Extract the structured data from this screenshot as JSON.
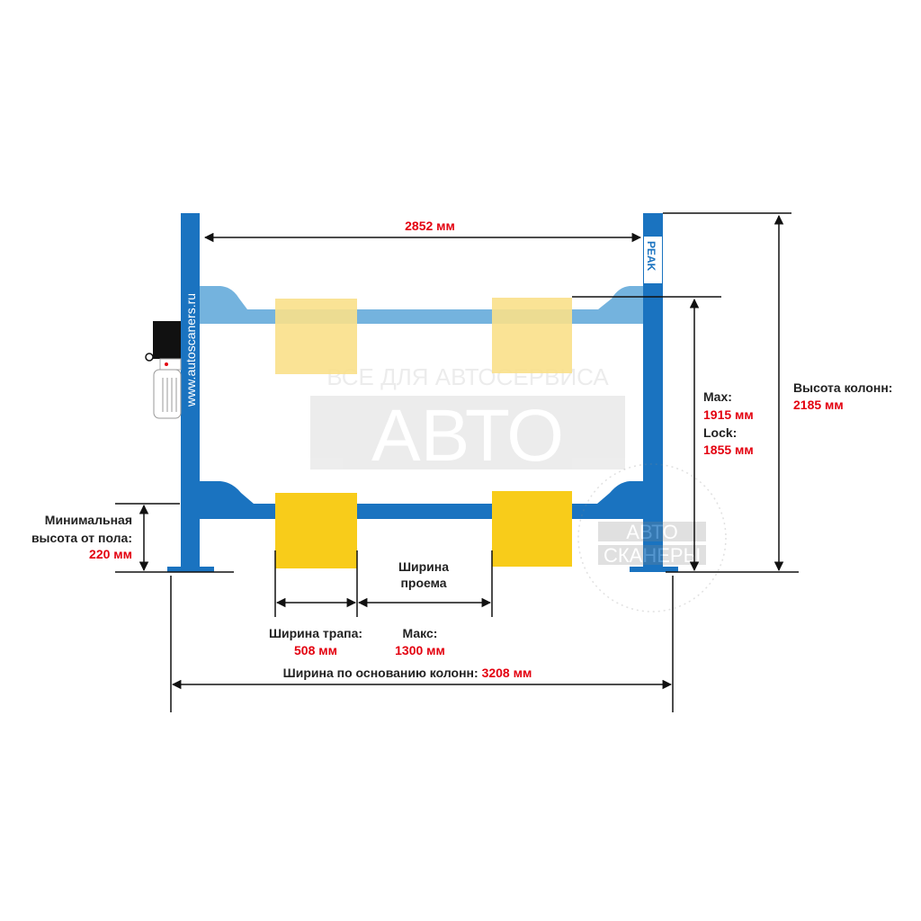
{
  "colors": {
    "column": "#1a73c0",
    "upper_runway": "#74b3de",
    "upper_pad": "#f9e08a",
    "lower_pad": "#f8cc1a",
    "value": "#e3000f",
    "text": "#222222"
  },
  "brand": {
    "logo": "PEAK",
    "url": "www.autoscaners.ru"
  },
  "watermark": {
    "top": "ВСЕ ДЛЯ АВТОСЕРВИСА",
    "big1": "АВТО",
    "big2": "СКАНЕРЫ"
  },
  "dimensions": {
    "inner_width": "2852 мм",
    "max_label": "Max:",
    "max_value": "1915 мм",
    "lock_label": "Lock:",
    "lock_value": "1855 мм",
    "column_height_label": "Высота колонн:",
    "column_height_value": "2185 мм",
    "min_height_line1": "Минимальная",
    "min_height_line2": "высота от пола:",
    "min_height_value": "220 мм",
    "opening_line1": "Ширина",
    "opening_line2": "проема",
    "ramp_width_label": "Ширина трапа:",
    "ramp_width_value": "508 мм",
    "opening_max_label": "Макс:",
    "opening_max_value": "1300 мм",
    "base_width_label": "Ширина по основанию колонн: ",
    "base_width_value": "3208 мм"
  }
}
